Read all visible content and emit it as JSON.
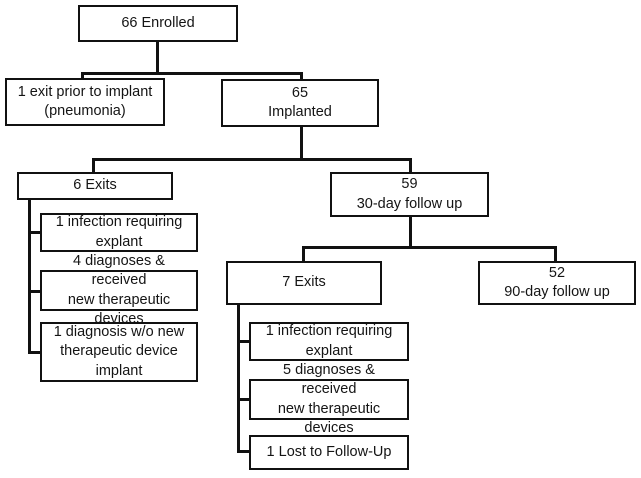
{
  "chart_data": {
    "type": "diagram",
    "title": "Patient enrollment and follow-up flow diagram",
    "nodes": [
      {
        "id": "enrolled",
        "label": "66 Enrolled",
        "count": 66
      },
      {
        "id": "exit_preimplant",
        "label": "1 exit prior to implant\n(pneumonia)",
        "count": 1
      },
      {
        "id": "implanted",
        "label": "65\nImplanted",
        "count": 65
      },
      {
        "id": "exits6",
        "label": "6 Exits",
        "count": 6
      },
      {
        "id": "followup30",
        "label": "59\n30-day follow up",
        "count": 59
      },
      {
        "id": "l_infection",
        "label": "1 infection requiring\nexplant",
        "count": 1
      },
      {
        "id": "l_diagnoses",
        "label": "4 diagnoses & received\nnew therapeutic devices",
        "count": 4
      },
      {
        "id": "l_nodevice",
        "label": "1 diagnosis w/o new\ntherapeutic device\nimplant",
        "count": 1
      },
      {
        "id": "exits7",
        "label": "7 Exits",
        "count": 7
      },
      {
        "id": "followup90",
        "label": "52\n90-day follow up",
        "count": 52
      },
      {
        "id": "r_infection",
        "label": "1 infection requiring\nexplant",
        "count": 1
      },
      {
        "id": "r_diagnoses",
        "label": "5 diagnoses & received\nnew therapeutic devices",
        "count": 5
      },
      {
        "id": "r_lost",
        "label": "1 Lost to Follow-Up",
        "count": 1
      }
    ],
    "edges": [
      {
        "from": "enrolled",
        "to": "exit_preimplant"
      },
      {
        "from": "enrolled",
        "to": "implanted"
      },
      {
        "from": "implanted",
        "to": "exits6"
      },
      {
        "from": "implanted",
        "to": "followup30"
      },
      {
        "from": "exits6",
        "to": "l_infection"
      },
      {
        "from": "exits6",
        "to": "l_diagnoses"
      },
      {
        "from": "exits6",
        "to": "l_nodevice"
      },
      {
        "from": "followup30",
        "to": "exits7"
      },
      {
        "from": "followup30",
        "to": "followup90"
      },
      {
        "from": "exits7",
        "to": "r_infection"
      },
      {
        "from": "exits7",
        "to": "r_diagnoses"
      },
      {
        "from": "exits7",
        "to": "r_lost"
      }
    ],
    "colors": {
      "box_border": "#111111",
      "box_fill": "#ffffff",
      "text": "#141414",
      "connector": "#111111"
    }
  },
  "diagram": {
    "enrolled": "66 Enrolled",
    "exit_preimplant": "1 exit prior to implant\n(pneumonia)",
    "implanted": "65\nImplanted",
    "exits6": "6 Exits",
    "followup30": "59\n30-day follow up",
    "l_infection": "1 infection requiring\nexplant",
    "l_diagnoses": "4 diagnoses & received\nnew therapeutic devices",
    "l_nodevice": "1 diagnosis w/o new\ntherapeutic device\nimplant",
    "exits7": "7 Exits",
    "followup90": "52\n90-day follow up",
    "r_infection": "1 infection requiring\nexplant",
    "r_diagnoses": "5 diagnoses & received\nnew therapeutic devices",
    "r_lost": "1 Lost to Follow-Up"
  }
}
